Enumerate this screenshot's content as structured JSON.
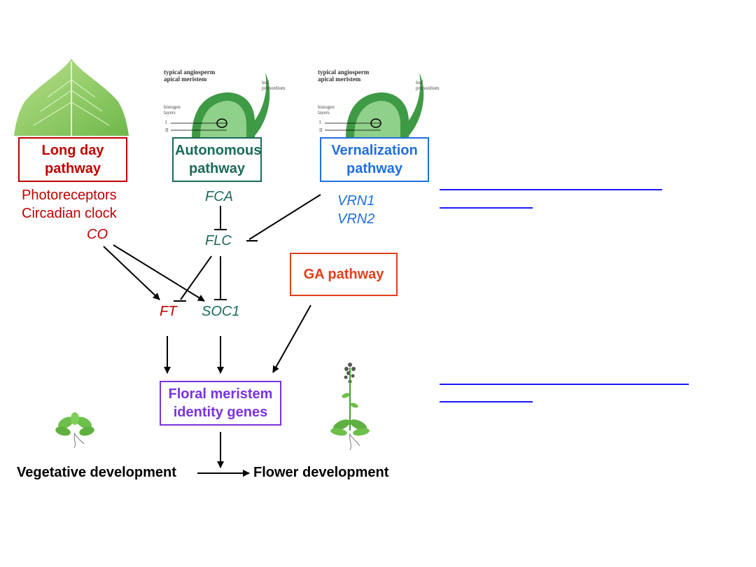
{
  "colors": {
    "long_day": "#c00000",
    "autonomous": "#1a6b5a",
    "vernalization": "#1f6fe0",
    "ga": "#e0401a",
    "floral": "#7a33e0",
    "link": "#1a1aff"
  },
  "images": {
    "leaf": "leaf-image",
    "meristem_1": {
      "title": "typical angiosperm apical meristem",
      "primordium": "leaf primordium",
      "histogen": "histogen layers",
      "layer1": "I",
      "layer2": "II"
    },
    "meristem_2": {
      "title": "typical angiosperm apical meristem",
      "primordium": "leaf primordium",
      "histogen": "histogen layers",
      "layer1": "I",
      "layer2": "II"
    },
    "vegetative_plant": "rosette-plant-image",
    "flowering_plant": "flowering-plant-image"
  },
  "pathways": {
    "long_day": "Long day pathway",
    "autonomous": "Autonomous pathway",
    "vernalization": "Vernalization pathway",
    "ga": "GA pathway",
    "floral": "Floral meristem identity genes"
  },
  "long_day_components": [
    "Photoreceptors",
    "Circadian clock",
    "CO"
  ],
  "genes": {
    "fca": "FCA",
    "flc": "FLC",
    "vrn1": "VRN1",
    "vrn2": "VRN2",
    "ft": "FT",
    "soc1": "SOC1",
    "co": "CO"
  },
  "outcomes": {
    "vegetative": "Vegetative development",
    "flower": "Flower development"
  },
  "links": [
    "hyperlink-1",
    "hyperlink-2"
  ]
}
